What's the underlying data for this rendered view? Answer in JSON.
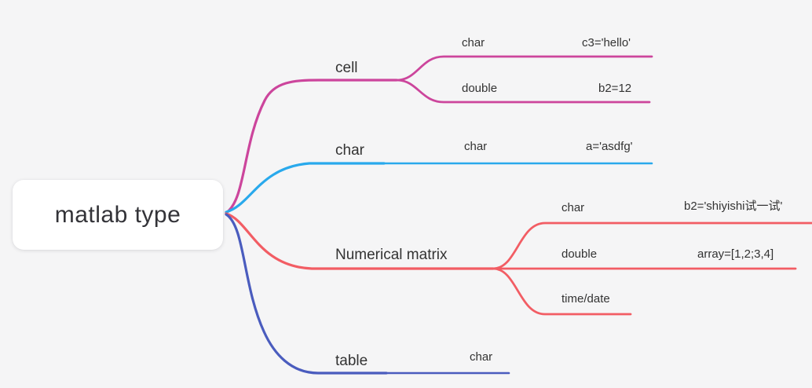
{
  "root": {
    "label": "matlab type"
  },
  "branches": [
    {
      "label": "cell",
      "color": "#cc459c",
      "children": [
        {
          "label": "char",
          "value": "c3='hello'"
        },
        {
          "label": "double",
          "value": "b2=12"
        }
      ]
    },
    {
      "label": "char",
      "color": "#29a9ec",
      "children": [
        {
          "label": "char",
          "value": "a='asdfg'"
        }
      ]
    },
    {
      "label": "Numerical matrix",
      "color": "#f25d64",
      "children": [
        {
          "label": "char",
          "value": "b2='shiyishi试一试'"
        },
        {
          "label": "double",
          "value": "array=[1,2;3,4]"
        },
        {
          "label": "time/date"
        }
      ]
    },
    {
      "label": "table",
      "color": "#4a5cbe",
      "children": [
        {
          "label": "char"
        }
      ]
    }
  ]
}
